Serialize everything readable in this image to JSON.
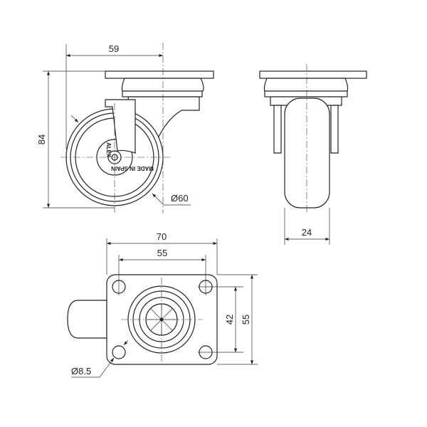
{
  "side_view": {
    "width_dim": "59",
    "height_dim": "84",
    "wheel_dia": "Ø60",
    "brand_mark": "ALEX",
    "wheel_text": "MADE IN SPAIN"
  },
  "front_view": {
    "wheel_width_dim": "24"
  },
  "bottom_view": {
    "plate_width_dim": "70",
    "hole_spacing_x_dim": "55",
    "hole_spacing_y_dim": "42",
    "plate_height_dim": "55",
    "hole_dia": "Ø8.5"
  },
  "colors": {
    "line": "#222222",
    "background": "#ffffff"
  }
}
